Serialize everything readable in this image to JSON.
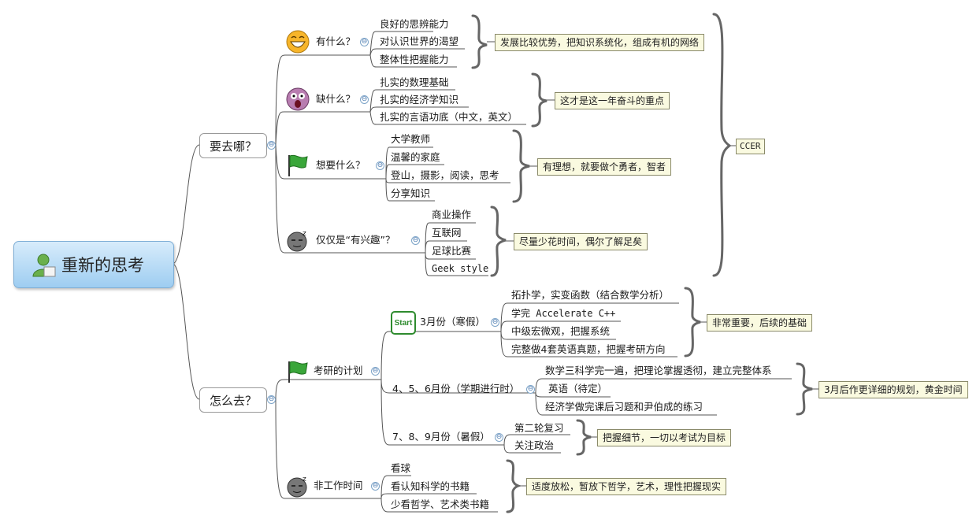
{
  "root": {
    "label": "重新的思考",
    "icon": "user-icon"
  },
  "where": {
    "label": "要去哪？",
    "branches": [
      {
        "label": "有什么？",
        "icon": "laughing-face-icon",
        "items": [
          "良好的思辨能力",
          "对认识世界的渴望",
          "整体性把握能力"
        ],
        "note": "发展比较优势，把知识系统化，组成有机的网络"
      },
      {
        "label": "缺什么？",
        "icon": "shocked-face-icon",
        "items": [
          "扎实的数理基础",
          "扎实的经济学知识",
          "扎实的言语功底（中文，英文）"
        ],
        "note": "这才是这一年奋斗的重点"
      },
      {
        "label": "想要什么？",
        "icon": "green-flag-icon",
        "items": [
          "大学教师",
          "温馨的家庭",
          "登山，摄影，阅读，思考",
          "分享知识"
        ],
        "note": "有理想，就要做个勇者，智者"
      },
      {
        "label": "仅仅是“有兴趣”？",
        "icon": "sleeping-face-icon",
        "items": [
          "商业操作",
          "互联网",
          "足球比赛",
          "Geek style"
        ],
        "note": "尽量少花时间，偶尔了解足矣"
      }
    ],
    "summary": "CCER"
  },
  "how": {
    "label": "怎么去？",
    "plan": {
      "label": "考研的计划",
      "icon": "green-flag-icon",
      "phases": [
        {
          "label": "3月份（寒假）",
          "icon_text": "Start",
          "items": [
            "拓扑学，实变函数（结合数学分析）",
            "学完 Accelerate C++",
            "中级宏微观，把握系统",
            "完整做4套英语真题，把握考研方向"
          ],
          "note": "非常重要，后续的基础"
        },
        {
          "label": "4、5、6月份（学期进行时）",
          "items": [
            "数学三科学完一遍，把理论掌握透彻，建立完整体系",
            "英语（待定）",
            "经济学做完课后习题和尹伯成的练习"
          ],
          "note": "3月后作更详细的规划，黄金时间"
        },
        {
          "label": "7、8、9月份（暑假）",
          "items": [
            "第二轮复习",
            "关注政治"
          ],
          "note": "把握细节，一切以考试为目标"
        }
      ]
    },
    "free": {
      "label": "非工作时间",
      "icon": "sleeping-face-icon",
      "items": [
        "看球",
        "看认知科学的书籍",
        "少看哲学、艺术类书籍"
      ],
      "note": "适度放松，暂放下哲学，艺术，理性把握现实"
    }
  },
  "collapse_symbol": "⊖"
}
